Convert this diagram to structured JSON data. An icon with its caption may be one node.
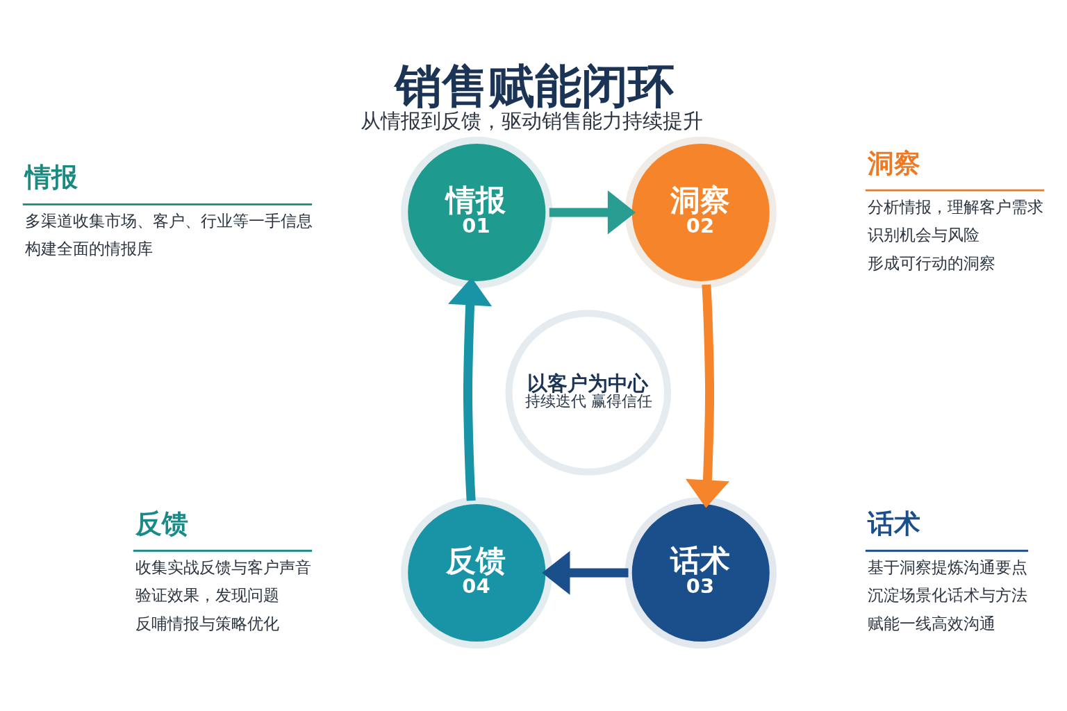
{
  "diagram": {
    "title": "销售赋能闭环",
    "caption": "从情报到反馈，驱动销售能力持续提升",
    "nodes": [
      {
        "text": [
          "情报",
          "01"
        ],
        "beside": [
          "情报",
          "多渠道收集市场、客户、行业等一手信息",
          "构建全面的情报库"
        ]
      },
      {
        "text": [
          "洞察",
          "02"
        ],
        "beside": [
          "洞察",
          "分析情报，理解客户需求",
          "识别机会与风险",
          "形成可行动的洞察"
        ]
      },
      {
        "text": [
          "话术",
          "03"
        ],
        "beside": [
          "话术",
          "基于洞察提炼沟通要点",
          "沉淀场景化话术与方法",
          "赋能一线高效沟通"
        ]
      },
      {
        "text": [
          "反馈",
          "04"
        ],
        "beside": [
          "反馈",
          "收集实战反馈与客户声音",
          "验证效果，发现问题",
          "反哺情报与策略优化"
        ]
      },
      {
        "text": [
          "以客户为中心",
          "持续迭代 赢得信任"
        ]
      }
    ],
    "edges": [
      {
        "from": 0,
        "to": 1,
        "arrow": "to",
        "color": "#2a9d92"
      },
      {
        "from": 1,
        "to": 2,
        "arrow": "to",
        "color": "#f5842a"
      },
      {
        "from": 2,
        "to": 3,
        "arrow": "to",
        "color": "#1b4f8c"
      },
      {
        "from": 3,
        "to": 0,
        "arrow": "to",
        "color": "#1894a6"
      }
    ]
  }
}
